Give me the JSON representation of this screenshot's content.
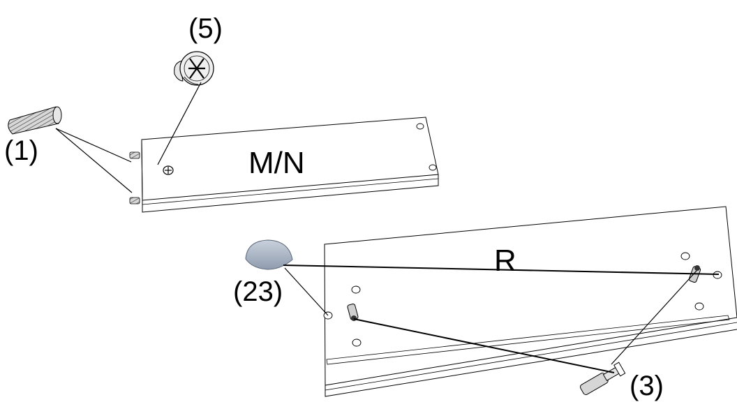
{
  "parts": {
    "dowel_label": "(1)",
    "cam_lock_label": "(5)",
    "connector_bolt_label": "(3)",
    "bumper_label": "(23)"
  },
  "panels": {
    "small_panel_label": "M/N",
    "large_panel_label": "R"
  },
  "colors": {
    "line": "#000000",
    "background": "#ffffff",
    "bumper_fill": "#b8c4d2"
  }
}
